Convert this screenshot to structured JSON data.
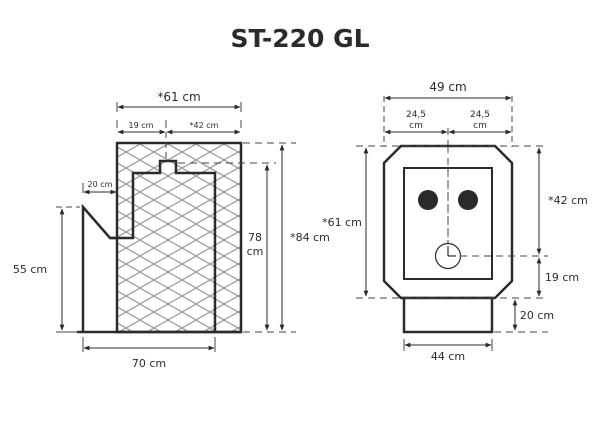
{
  "title": "ST-220 GL",
  "colors": {
    "outline": "#2b2b2b",
    "hatch": "#9a9a9a",
    "dim_line": "#444444",
    "background": "#ffffff"
  },
  "side_view": {
    "dims": {
      "total_width": "*61 cm",
      "left_segment": "19 cm",
      "right_segment": "*42 cm",
      "step_offset": "20 cm",
      "lower_height": "55 cm",
      "base_length": "70 cm",
      "inner_height_value": "78",
      "inner_height_unit": "cm",
      "total_height": "*84 cm"
    }
  },
  "front_view": {
    "dims": {
      "total_width": "49 cm",
      "half_left_value": "24,5",
      "half_left_unit": "cm",
      "half_right_value": "24,5",
      "half_right_unit": "cm",
      "body_height": "*61 cm",
      "upper_right_height": "*42 cm",
      "lower_right_height": "19 cm",
      "base_height": "20 cm",
      "base_width": "44 cm"
    },
    "features": {
      "left_outlet": "filled-circle",
      "right_outlet": "filled-circle",
      "clock": "clock-icon"
    }
  }
}
